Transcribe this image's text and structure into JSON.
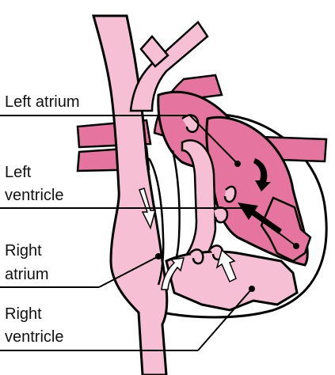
{
  "labels": {
    "left_atrium": "Left atrium",
    "left_ventricle_line1": "Left",
    "left_ventricle_line2": "ventricle",
    "right_atrium_line1": "Right",
    "right_atrium_line2": "atrium",
    "right_ventricle_line1": "Right",
    "right_ventricle_line2": "ventricle"
  },
  "colors": {
    "light_pink": "#f7bfd3",
    "dark_pink": "#e5749f",
    "mid_pink": "#eda0bd",
    "outline": "#000000",
    "white": "#ffffff"
  }
}
